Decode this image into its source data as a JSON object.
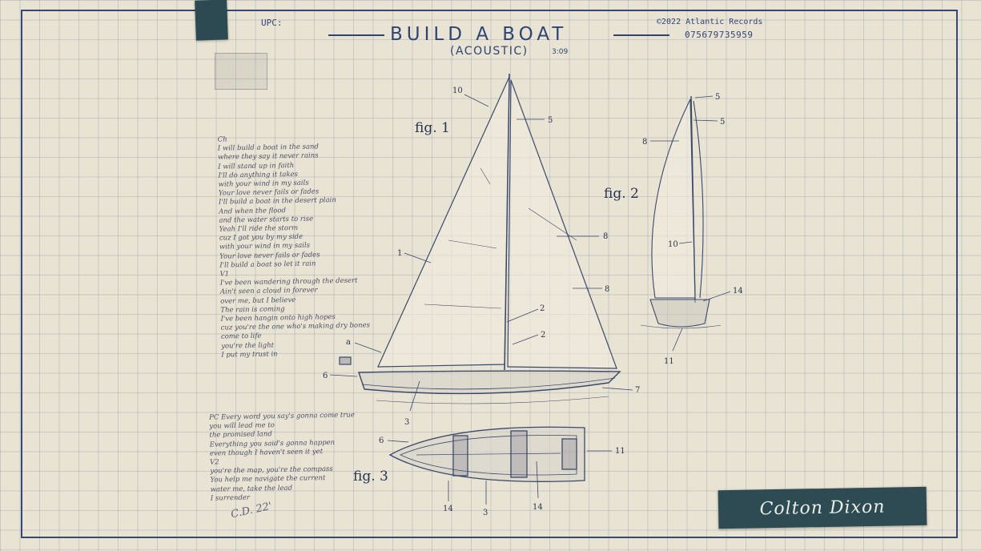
{
  "header": {
    "upc_label": "UPC:",
    "copyright": "©2022 Atlantic Records",
    "upc_number": "075679735959",
    "title": "BUILD A BOAT",
    "subtitle": "(ACOUSTIC)",
    "duration": "3:09"
  },
  "figures": {
    "fig1": "fig. 1",
    "fig2": "fig. 2",
    "fig3": "fig. 3"
  },
  "labels": {
    "fig1": [
      "10",
      "5",
      "8",
      "1",
      "8",
      "2",
      "2",
      "a",
      "6",
      "7",
      "3"
    ],
    "fig2": [
      "5",
      "5",
      "8",
      "10",
      "14",
      "11"
    ],
    "fig3": [
      "6",
      "11",
      "14",
      "3",
      "14"
    ]
  },
  "lyrics_top": [
    "Ch",
    "I will build a boat in the sand",
    "where they say it never rains",
    "I will stand up in faith",
    "I'll do anything it takes",
    "with your wind in my sails",
    "Your love never fails or fades",
    "I'll build a boat in the desert plain",
    "And when the flood",
    "and the water starts to rise",
    "Yeah I'll ride the storm",
    "cuz I got you by my side",
    "with your wind in my sails",
    "Your love never fails or fades",
    "I'll build a boat so let it rain",
    "V1",
    "I've been wandering through the desert",
    "Ain't seen a cloud in forever",
    "over me, but I believe",
    "The rain is coming",
    "I've been hangin onto high hopes",
    "cuz you're the one who's making dry bones",
    "come to life",
    "you're the light",
    "I put my trust in"
  ],
  "lyrics_bottom": [
    "PC  Every word you say's gonna come true",
    "you will lead me to",
    "the promised land",
    "Everything you said's gonna happen",
    "even though I haven't seen it yet",
    "V2",
    "you're the map, you're the compass",
    "You help me navigate the current",
    "water me, take the lead",
    "I surrender"
  ],
  "signature_initials": "C.D. 22'",
  "artist_signature": "Colton Dixon"
}
